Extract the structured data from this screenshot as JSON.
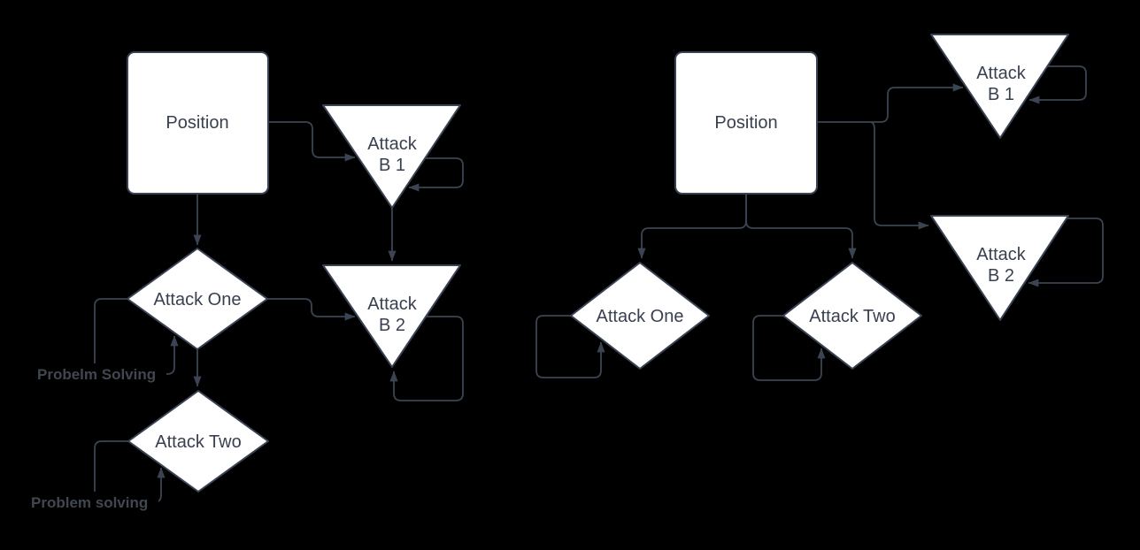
{
  "canvas": {
    "background": "#000000",
    "stroke_color": "#3B4453",
    "node_fill": "#FFFFFF",
    "node_text_color": "#394050",
    "edge_label_color": "#42474F"
  },
  "left_flowchart": {
    "position_label": "Position",
    "attack_b1_line1": "Attack",
    "attack_b1_line2": "B 1",
    "attack_b2_line1": "Attack",
    "attack_b2_line2": "B 2",
    "attack_one_label": "Attack One",
    "attack_one_loop_label": "Probelm Solving",
    "attack_two_label": "Attack Two",
    "attack_two_loop_label": "Problem solving"
  },
  "right_flowchart": {
    "position_label": "Position",
    "attack_b1_line1": "Attack",
    "attack_b1_line2": "B 1",
    "attack_b2_line1": "Attack",
    "attack_b2_line2": "B 2",
    "attack_one_label": "Attack One",
    "attack_two_label": "Attack Two"
  }
}
